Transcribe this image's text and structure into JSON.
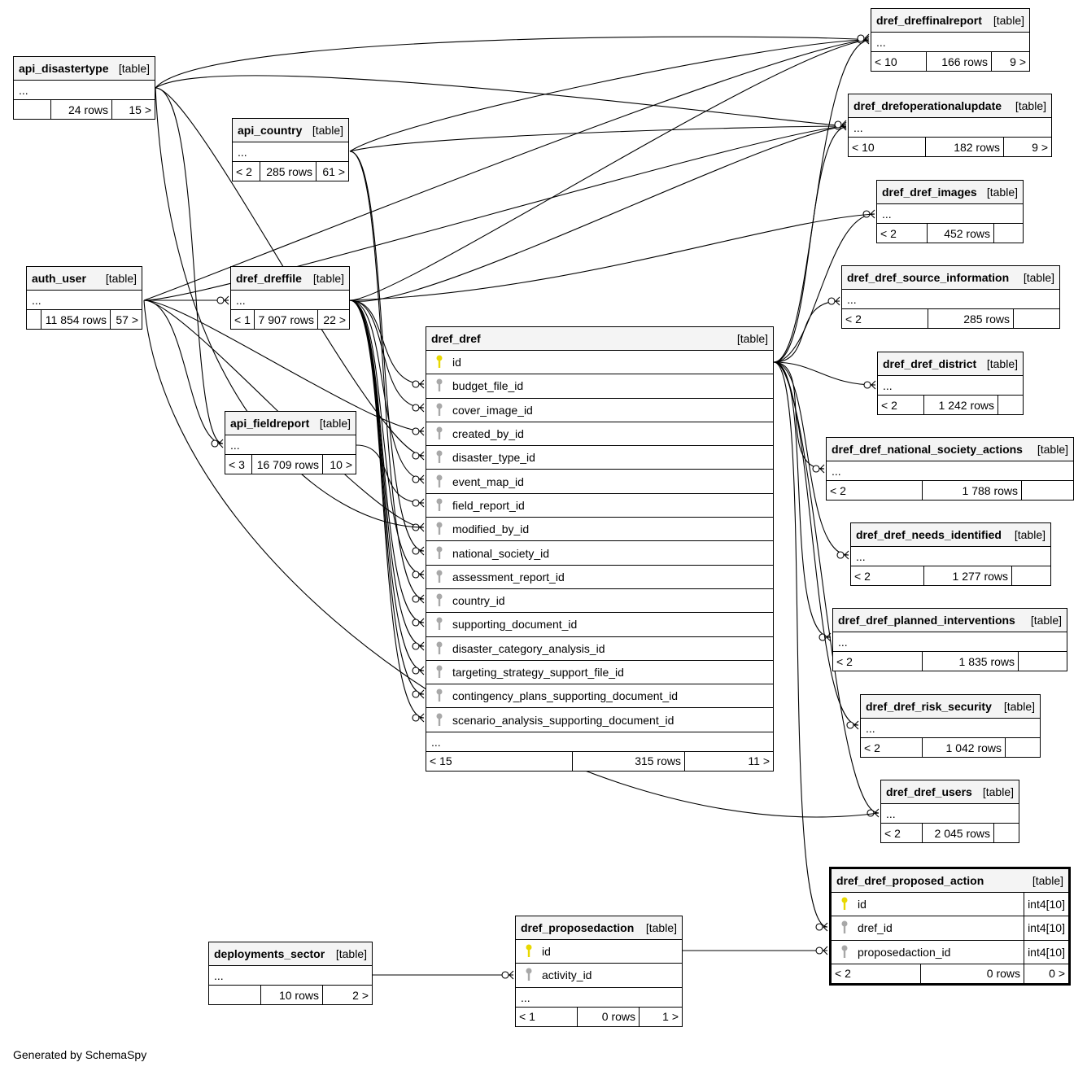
{
  "generated_by": "Generated by SchemaSpy",
  "tables": {
    "api_disastertype": {
      "name": "api_disastertype",
      "type": "[table]",
      "ellipsis": "...",
      "parents": "",
      "rows": "24 rows",
      "children": "15 >"
    },
    "api_country": {
      "name": "api_country",
      "type": "[table]",
      "ellipsis": "...",
      "parents": "< 2",
      "rows": "285 rows",
      "children": "61 >"
    },
    "auth_user": {
      "name": "auth_user",
      "type": "[table]",
      "ellipsis": "...",
      "parents": "",
      "rows": "11 854 rows",
      "children": "57 >"
    },
    "dref_dreffile": {
      "name": "dref_dreffile",
      "type": "[table]",
      "ellipsis": "...",
      "parents": "< 1",
      "rows": "7 907 rows",
      "children": "22 >"
    },
    "api_fieldreport": {
      "name": "api_fieldreport",
      "type": "[table]",
      "ellipsis": "...",
      "parents": "< 3",
      "rows": "16 709 rows",
      "children": "10 >"
    },
    "dref_dreffinalreport": {
      "name": "dref_dreffinalreport",
      "type": "[table]",
      "ellipsis": "...",
      "parents": "< 10",
      "rows": "166 rows",
      "children": "9 >"
    },
    "dref_drefoperationalupdate": {
      "name": "dref_drefoperationalupdate",
      "type": "[table]",
      "ellipsis": "...",
      "parents": "< 10",
      "rows": "182 rows",
      "children": "9 >"
    },
    "dref_dref_images": {
      "name": "dref_dref_images",
      "type": "[table]",
      "ellipsis": "...",
      "parents": "< 2",
      "rows": "452 rows",
      "children": ""
    },
    "dref_dref_source_information": {
      "name": "dref_dref_source_information",
      "type": "[table]",
      "ellipsis": "...",
      "parents": "< 2",
      "rows": "285 rows",
      "children": ""
    },
    "dref_dref_district": {
      "name": "dref_dref_district",
      "type": "[table]",
      "ellipsis": "...",
      "parents": "< 2",
      "rows": "1 242 rows",
      "children": ""
    },
    "dref_dref_national_society_actions": {
      "name": "dref_dref_national_society_actions",
      "type": "[table]",
      "ellipsis": "...",
      "parents": "< 2",
      "rows": "1 788 rows",
      "children": ""
    },
    "dref_dref_needs_identified": {
      "name": "dref_dref_needs_identified",
      "type": "[table]",
      "ellipsis": "...",
      "parents": "< 2",
      "rows": "1 277 rows",
      "children": ""
    },
    "dref_dref_planned_interventions": {
      "name": "dref_dref_planned_interventions",
      "type": "[table]",
      "ellipsis": "...",
      "parents": "< 2",
      "rows": "1 835 rows",
      "children": ""
    },
    "dref_dref_risk_security": {
      "name": "dref_dref_risk_security",
      "type": "[table]",
      "ellipsis": "...",
      "parents": "< 2",
      "rows": "1 042 rows",
      "children": ""
    },
    "dref_dref_users": {
      "name": "dref_dref_users",
      "type": "[table]",
      "ellipsis": "...",
      "parents": "< 2",
      "rows": "2 045 rows",
      "children": ""
    },
    "deployments_sector": {
      "name": "deployments_sector",
      "type": "[table]",
      "ellipsis": "...",
      "parents": "",
      "rows": "10 rows",
      "children": "2 >"
    },
    "dref_proposedaction": {
      "name": "dref_proposedaction",
      "type": "[table]",
      "ellipsis": "...",
      "columns": [
        {
          "name": "id",
          "key": "primary"
        },
        {
          "name": "activity_id",
          "key": "foreign"
        }
      ],
      "parents": "< 1",
      "rows": "0 rows",
      "children": "1 >"
    },
    "dref_dref": {
      "name": "dref_dref",
      "type": "[table]",
      "ellipsis": "...",
      "columns": [
        {
          "name": "id",
          "key": "primary"
        },
        {
          "name": "budget_file_id",
          "key": "foreign"
        },
        {
          "name": "cover_image_id",
          "key": "foreign"
        },
        {
          "name": "created_by_id",
          "key": "foreign"
        },
        {
          "name": "disaster_type_id",
          "key": "foreign"
        },
        {
          "name": "event_map_id",
          "key": "foreign"
        },
        {
          "name": "field_report_id",
          "key": "foreign"
        },
        {
          "name": "modified_by_id",
          "key": "foreign"
        },
        {
          "name": "national_society_id",
          "key": "foreign"
        },
        {
          "name": "assessment_report_id",
          "key": "foreign"
        },
        {
          "name": "country_id",
          "key": "foreign"
        },
        {
          "name": "supporting_document_id",
          "key": "foreign"
        },
        {
          "name": "disaster_category_analysis_id",
          "key": "foreign"
        },
        {
          "name": "targeting_strategy_support_file_id",
          "key": "foreign"
        },
        {
          "name": "contingency_plans_supporting_document_id",
          "key": "foreign"
        },
        {
          "name": "scenario_analysis_supporting_document_id",
          "key": "foreign"
        }
      ],
      "parents": "< 15",
      "rows": "315 rows",
      "children": "11 >"
    },
    "dref_dref_proposed_action": {
      "name": "dref_dref_proposed_action",
      "type": "[table]",
      "columns": [
        {
          "name": "id",
          "key": "primary",
          "type": "int4[10]"
        },
        {
          "name": "dref_id",
          "key": "foreign",
          "type": "int4[10]"
        },
        {
          "name": "proposedaction_id",
          "key": "foreign",
          "type": "int4[10]"
        }
      ],
      "parents": "< 2",
      "rows": "0 rows",
      "children": "0 >"
    }
  },
  "colors": {
    "key_primary": "#e8d800",
    "key_foreign": "#a8a8a8",
    "header_bg": "#f4f4f4"
  }
}
